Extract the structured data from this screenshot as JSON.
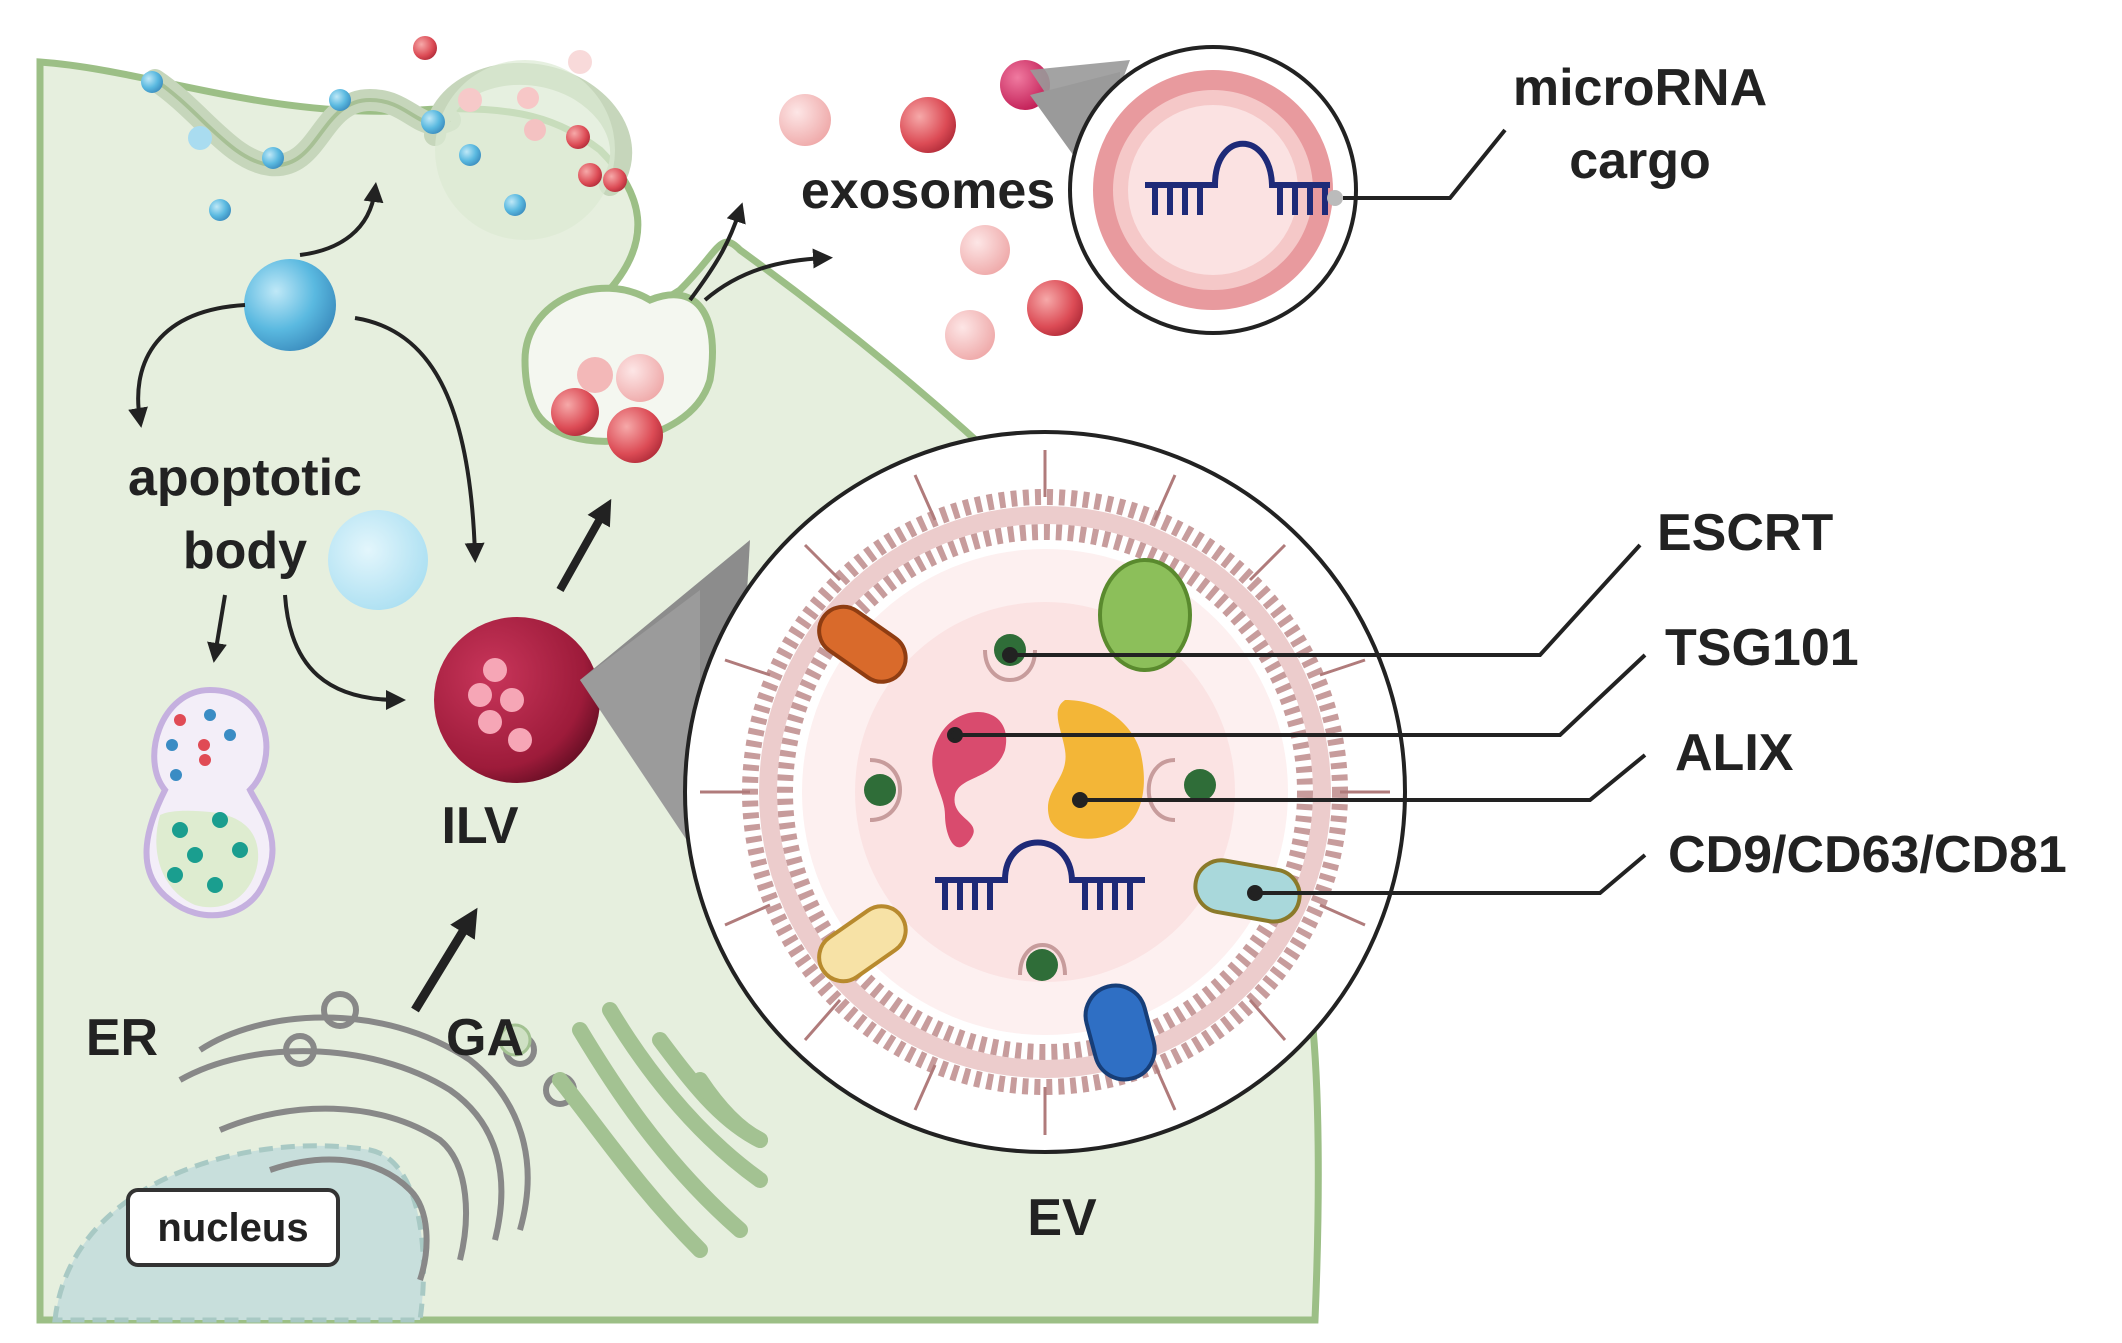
{
  "labels": {
    "microrna_line1": "microRNA",
    "microrna_line2": "cargo",
    "exosomes": "exosomes",
    "apoptotic_line1": "apoptotic",
    "apoptotic_line2": "body",
    "ilv": "ILV",
    "er": "ER",
    "ga": "GA",
    "nucleus": "nucleus",
    "ev": "EV",
    "escrt": "ESCRT",
    "tsg101": "TSG101",
    "alix": "ALIX",
    "tetraspanins": "CD9/CD63/CD81"
  },
  "colors": {
    "cytoplasm": "#e6efde",
    "membrane": "#9cbf86",
    "ilv": "#a01d3c",
    "exosome_pink": "#f3b9b9",
    "exosome_red": "#e0555e",
    "apoptotic_blue": "#67c3e6",
    "ev_membrane": "#b88080",
    "escrt": "#2f6d38",
    "tsg101": "#d94b6e",
    "alix": "#f3b637",
    "cd_tetraspanin": "#a9d8db",
    "mirna": "#1e2a78",
    "nucleus": "#c8dfdc"
  },
  "icons": [
    "arrow-icon",
    "mirna-icon",
    "protein-icon"
  ]
}
